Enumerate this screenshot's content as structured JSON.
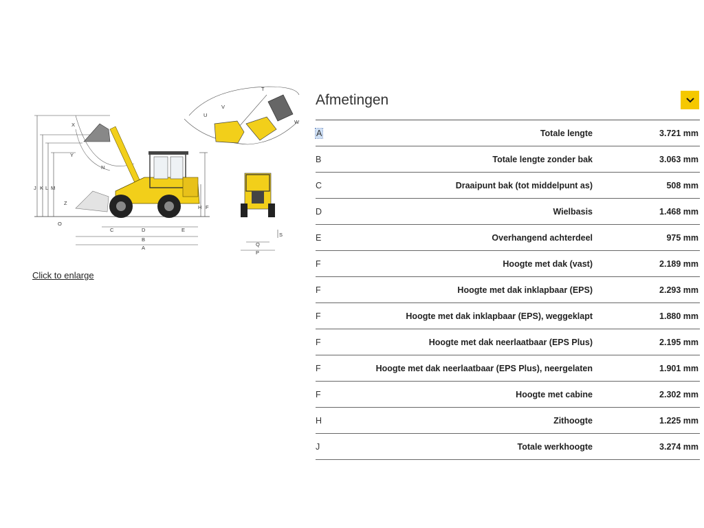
{
  "figure": {
    "enlarge_link": "Click to enlarge",
    "dimension_letters": [
      "J",
      "K",
      "L",
      "M",
      "X",
      "Y",
      "N",
      "Z",
      "O",
      "C",
      "D",
      "E",
      "B",
      "A",
      "H",
      "F",
      "T",
      "U",
      "V",
      "W",
      "Q",
      "P",
      "S"
    ]
  },
  "panel": {
    "title": "Afmetingen",
    "toggle_icon": "chevron-down-icon",
    "accent_color": "#f5c800",
    "rows": [
      {
        "code": "A",
        "label": "Totale lengte",
        "value": "3.721 mm"
      },
      {
        "code": "B",
        "label": "Totale lengte zonder bak",
        "value": "3.063 mm"
      },
      {
        "code": "C",
        "label": "Draaipunt bak (tot middelpunt as)",
        "value": "508 mm"
      },
      {
        "code": "D",
        "label": "Wielbasis",
        "value": "1.468 mm"
      },
      {
        "code": "E",
        "label": "Overhangend achterdeel",
        "value": "975 mm"
      },
      {
        "code": "F",
        "label": "Hoogte met dak (vast)",
        "value": "2.189 mm"
      },
      {
        "code": "F",
        "label": "Hoogte met dak inklapbaar (EPS)",
        "value": "2.293 mm"
      },
      {
        "code": "F",
        "label": "Hoogte met dak inklapbaar (EPS), weggeklapt",
        "value": "1.880 mm"
      },
      {
        "code": "F",
        "label": "Hoogte met dak neerlaatbaar (EPS Plus)",
        "value": "2.195 mm"
      },
      {
        "code": "F",
        "label": "Hoogte met dak neerlaatbaar (EPS Plus), neergelaten",
        "value": "1.901 mm"
      },
      {
        "code": "F",
        "label": "Hoogte met cabine",
        "value": "2.302 mm"
      },
      {
        "code": "H",
        "label": "Zithoogte",
        "value": "1.225 mm"
      },
      {
        "code": "J",
        "label": "Totale werkhoogte",
        "value": "3.274 mm"
      }
    ]
  }
}
